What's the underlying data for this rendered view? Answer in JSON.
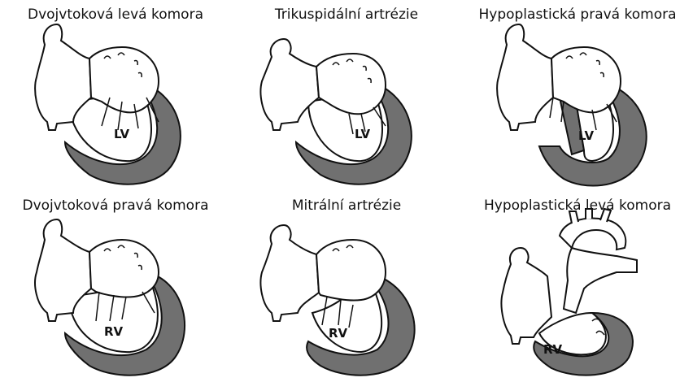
{
  "panels": [
    {
      "title": "Dvojvtoková levá komora",
      "label": "LV",
      "variant": "dilv"
    },
    {
      "title": "Trikuspidální artrézie",
      "label": "LV",
      "variant": "ta"
    },
    {
      "title": "Hypoplastická pravá komora",
      "label": "LV",
      "variant": "hrv"
    },
    {
      "title": "Dvojvtoková pravá komora",
      "label": "RV",
      "variant": "drv"
    },
    {
      "title": "Mitrální artrézie",
      "label": "RV",
      "variant": "ma"
    },
    {
      "title": "Hypoplastická levá komora",
      "label": "RV",
      "variant": "hlhs"
    }
  ],
  "colors": {
    "wall": "#707070",
    "line": "#111111",
    "fill": "#ffffff"
  }
}
